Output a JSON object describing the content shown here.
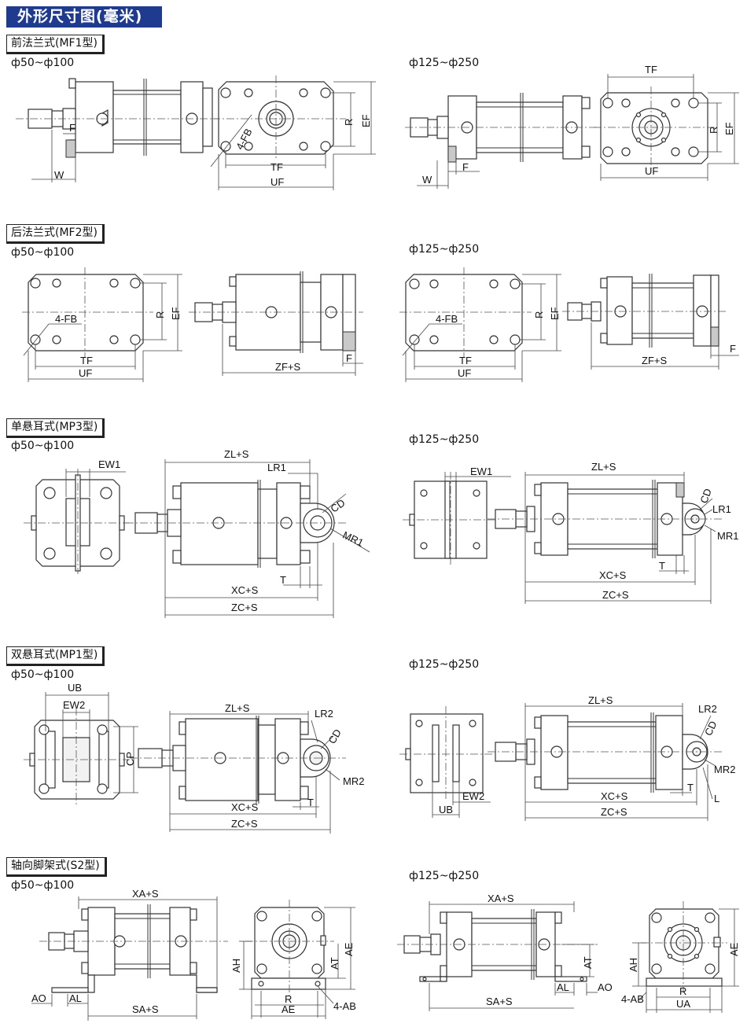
{
  "title": "外形尺寸图(毫米)",
  "sections": [
    {
      "label": "前法兰式(MF1型)",
      "range_small": "ф50~ф100",
      "range_large": "ф125~ф250"
    },
    {
      "label": "后法兰式(MF2型)",
      "range_small": "ф50~ф100",
      "range_large": "ф125~ф250"
    },
    {
      "label": "单悬耳式(MP3型)",
      "range_small": "ф50~ф100",
      "range_large": "ф125~ф250"
    },
    {
      "label": "双悬耳式(MP1型)",
      "range_small": "ф50~ф100",
      "range_large": "ф125~ф250"
    },
    {
      "label": "轴向脚架式(S2型)",
      "range_small": "ф50~ф100",
      "range_large": "ф125~ф250"
    }
  ],
  "dims": {
    "F": "F",
    "W": "W",
    "TF": "TF",
    "UF": "UF",
    "R": "R",
    "EF": "EF",
    "FB4": "4-FB",
    "ZFS": "ZF+S",
    "EW1": "EW1",
    "ZLS": "ZL+S",
    "LR1": "LR1",
    "CD": "CD",
    "MR1": "MR1",
    "XCS": "XC+S",
    "ZCS": "ZC+S",
    "T": "T",
    "UB": "UB",
    "EW2": "EW2",
    "CP": "CP",
    "LR2": "LR2",
    "MR2": "MR2",
    "L": "L",
    "XAS": "XA+S",
    "SAS": "SA+S",
    "AO": "AO",
    "AL": "AL",
    "AH": "AH",
    "AT": "AT",
    "AE": "AE",
    "AB4": "4-AB",
    "UA": "UA"
  }
}
